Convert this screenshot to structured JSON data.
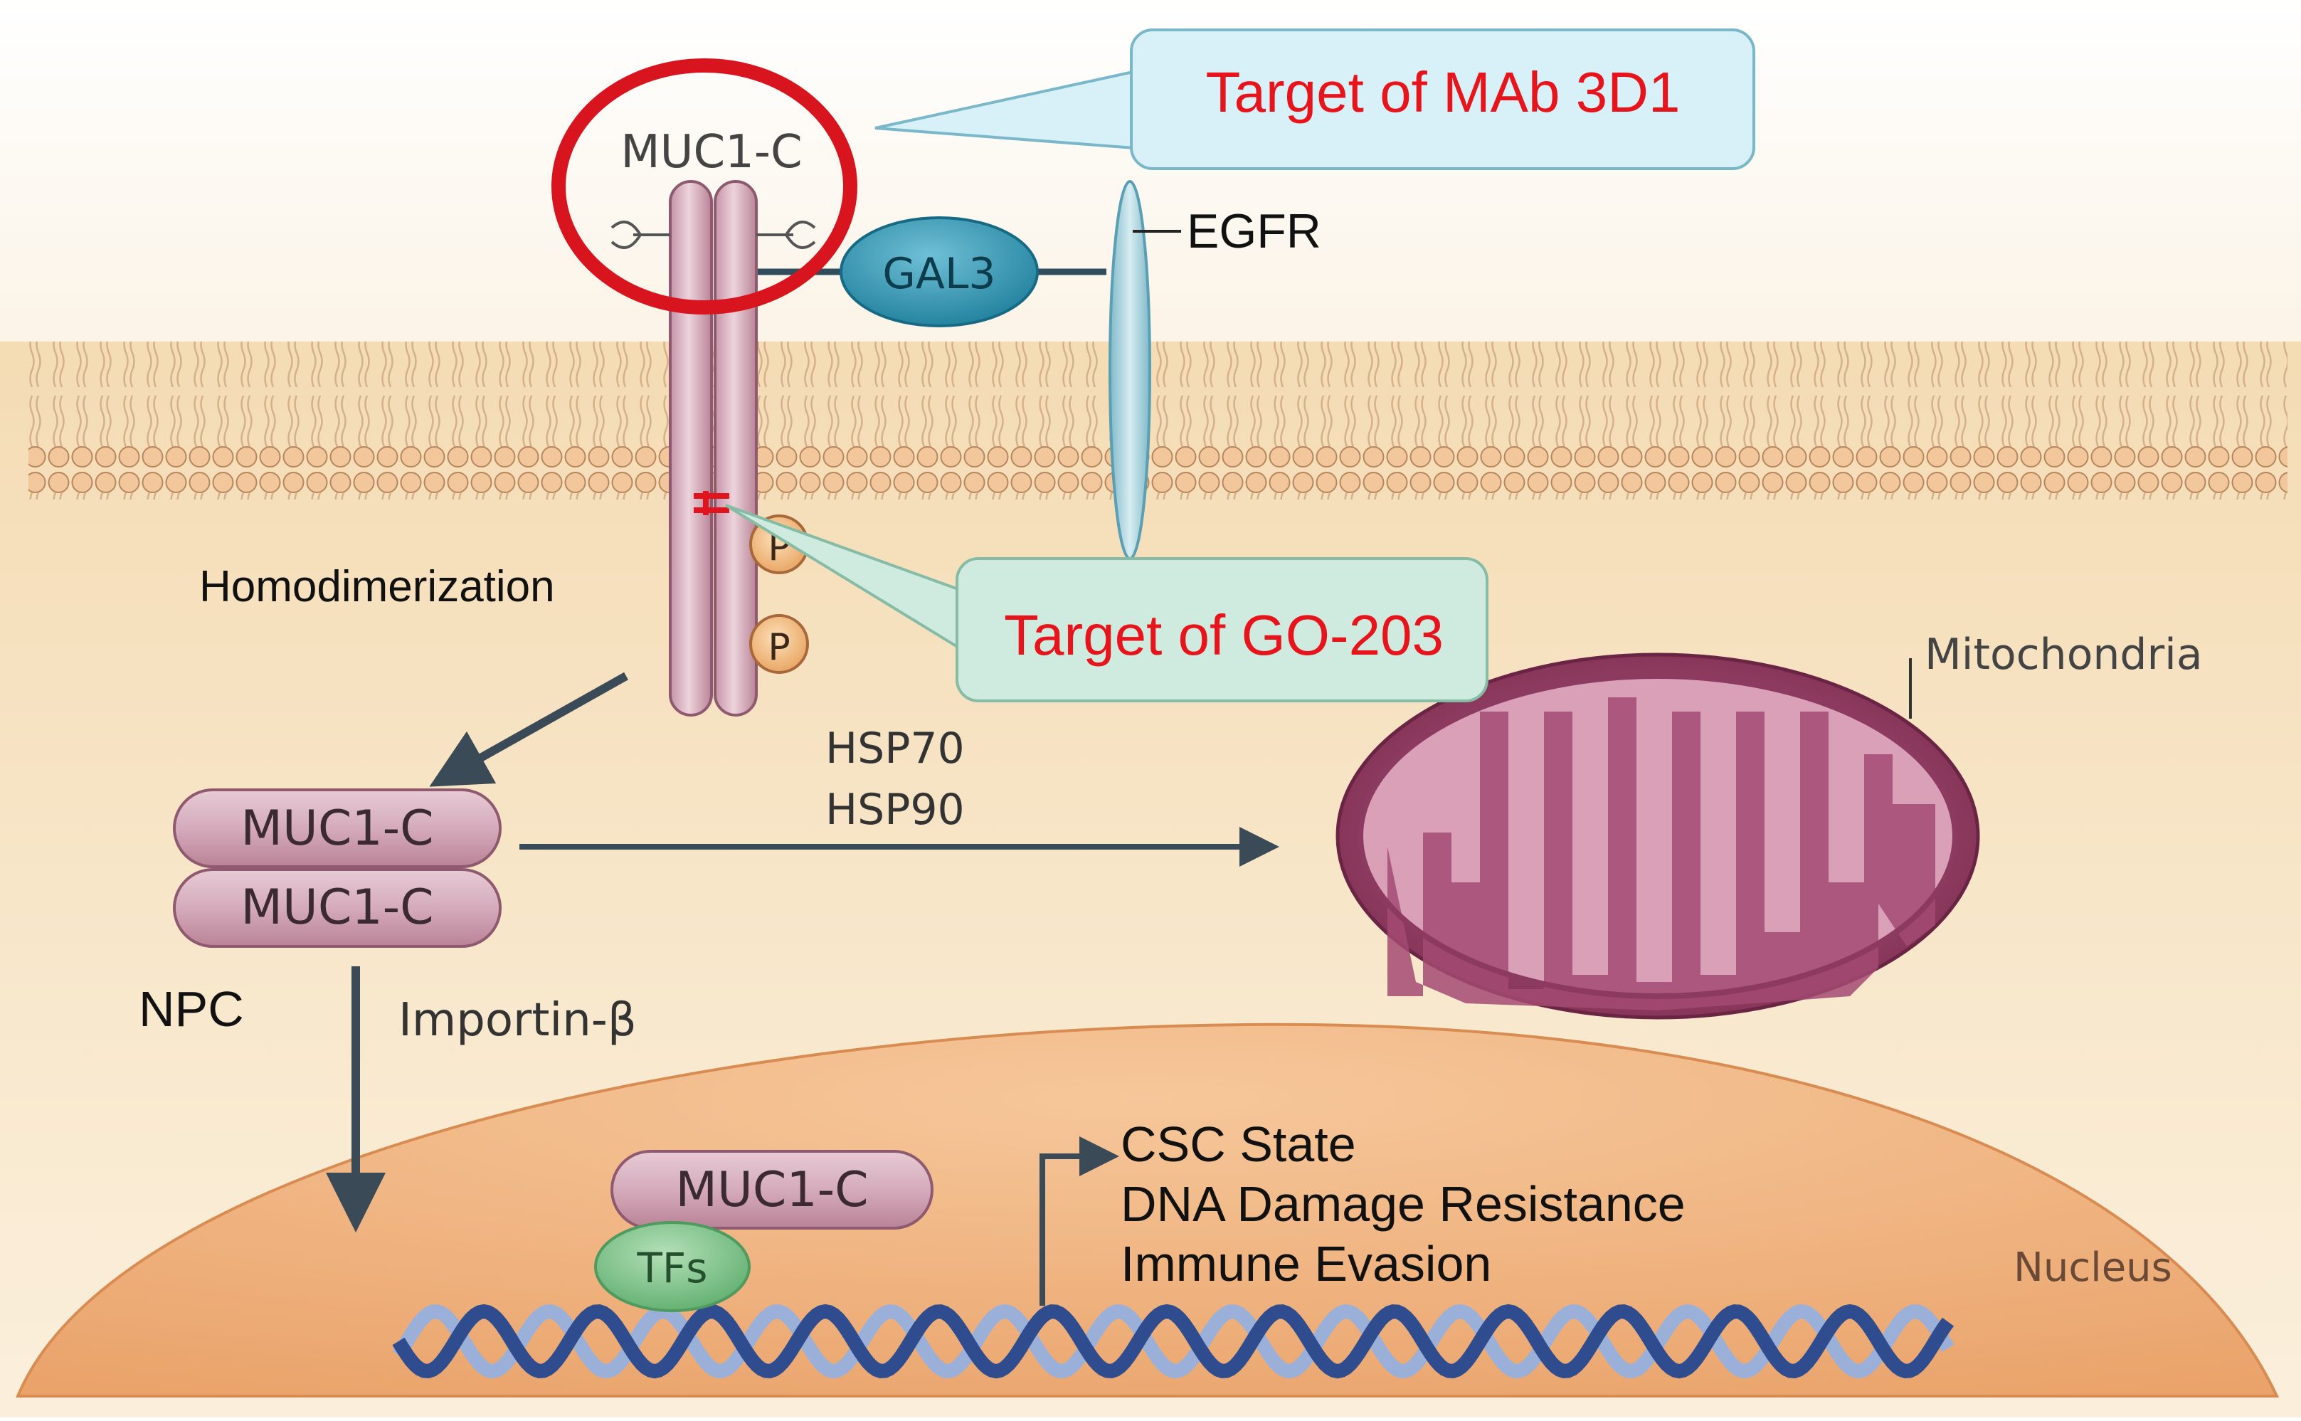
{
  "labels": {
    "muc1c_top": "MUC1-C",
    "gal3": "GAL3",
    "egfr": "EGFR",
    "homodimerization": "Homodimerization",
    "phospho": "P",
    "hsp70": "HSP70",
    "hsp90": "HSP90",
    "mitochondria": "Mitochondria",
    "dimer_upper": "MUC1-C",
    "dimer_lower": "MUC1-C",
    "npc": "NPC",
    "importin": "Importin-β",
    "nuclear_muc1c": "MUC1-C",
    "tfs": "TFs",
    "nucleus": "Nucleus"
  },
  "callouts": {
    "mab": "Target of MAb 3D1",
    "go203": "Target of GO-203"
  },
  "outcomes": [
    "CSC State",
    "DNA Damage Resistance",
    "Immune Evasion"
  ],
  "colors": {
    "callout_text": "#e8141c",
    "highlight_ring": "#d8141f",
    "cytoplasm": "#f6e2c0",
    "nucleus": "#f0b784",
    "muc1c_protein": "#d9b3bf",
    "gal3": "#3b9fbb",
    "egfr": "#a9d4df",
    "tfs": "#7dc38a",
    "mitochondria": "#9b3b63",
    "dna": "#2f4d8e"
  }
}
